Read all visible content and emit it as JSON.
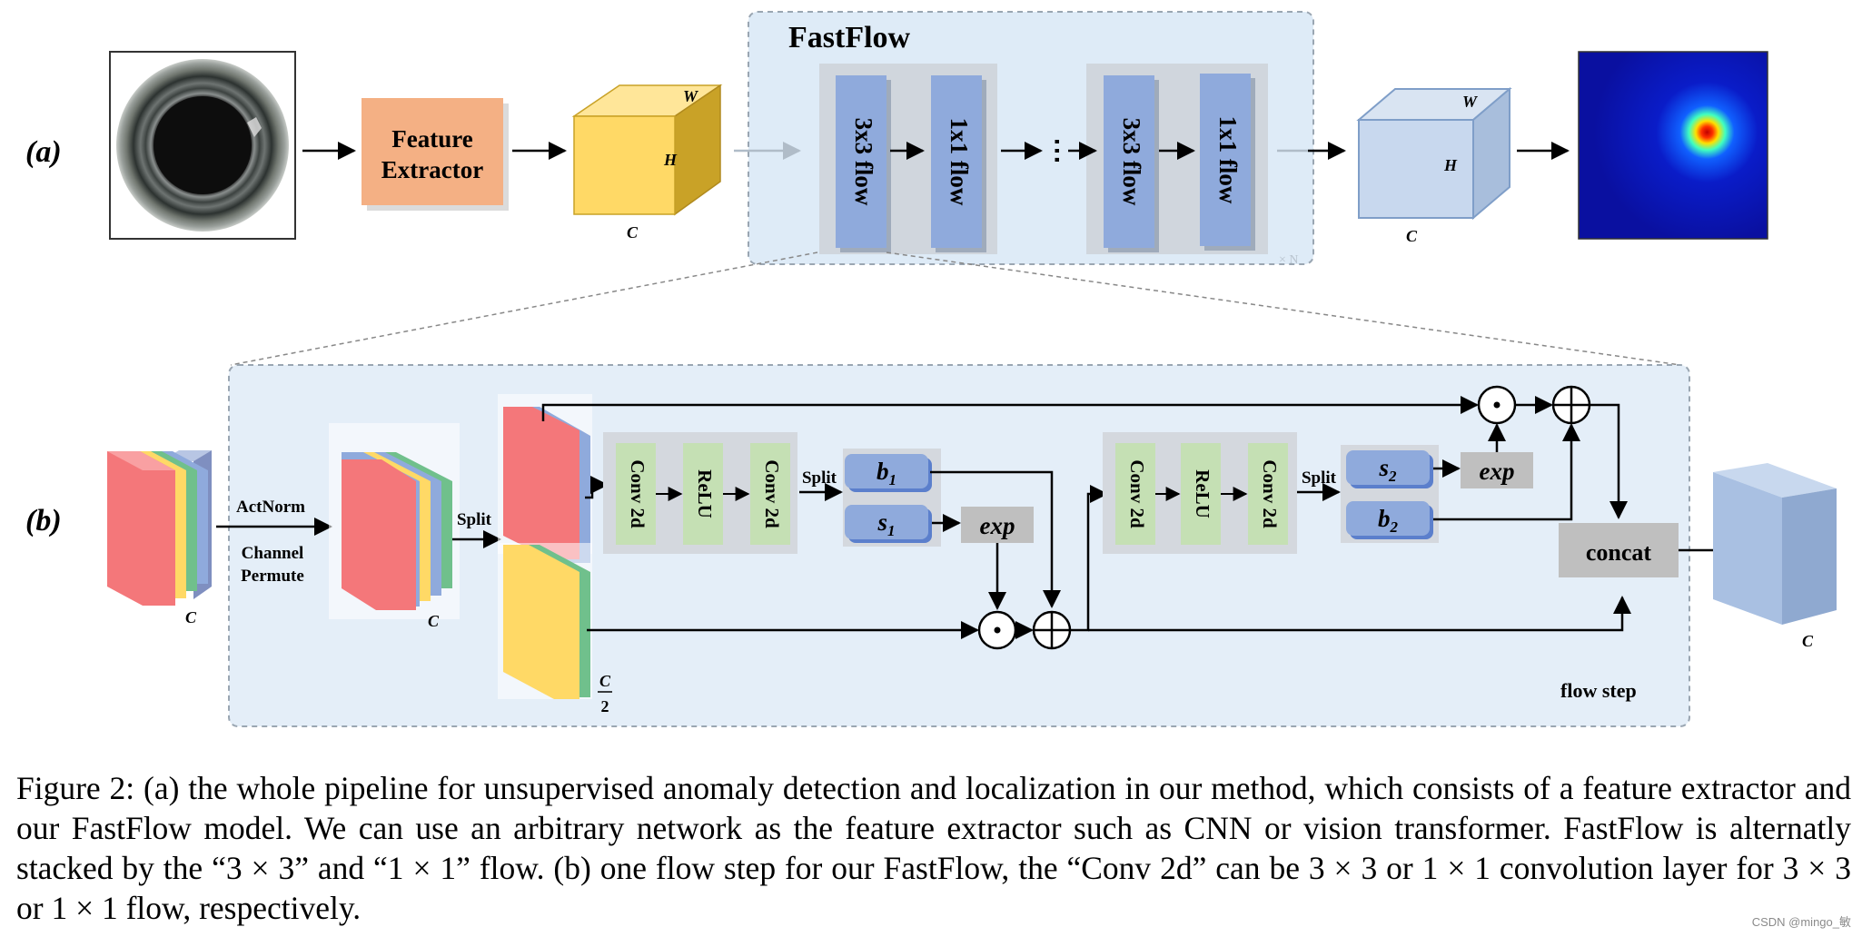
{
  "panel_a": {
    "label_letter": "a",
    "feature_extractor_line1": "Feature",
    "feature_extractor_line2": "Extractor",
    "cube_w": "W",
    "cube_h": "H",
    "cube_c": "C",
    "fastflow_title": "FastFlow",
    "flow_3x3": "3x3 flow",
    "flow_1x1": "1x1 flow",
    "dots": "⋯",
    "faint_mark": "× N"
  },
  "panel_b": {
    "label_letter": "b",
    "actnorm": "ActNorm",
    "channel": "Channel",
    "permute": "Permute",
    "split": "Split",
    "conv2d": "Conv 2d",
    "relu": "ReLU",
    "b1_base": "b",
    "b1_sub": "1",
    "s1_base": "s",
    "s1_sub": "1",
    "s2_base": "s",
    "s2_sub": "2",
    "b2_base": "b",
    "b2_sub": "2",
    "exp": "exp",
    "concat": "concat",
    "c_label": "C",
    "half_num": "C",
    "half_den": "2",
    "flow_step": "flow step",
    "odot": "⊙",
    "oplus": "⊕"
  },
  "colors": {
    "feature_extractor": "#F4B084",
    "cube_yellow": "#FFD966",
    "flow_block": "#8FAADC",
    "conv_green": "#C5E0B4",
    "panel_bg": "#DEEBF7",
    "cube_blue": "#B4C7E7",
    "red": "#F4777A",
    "green": "#70C08C"
  },
  "caption": "Figure 2: (a) the whole pipeline for unsupervised anomaly detection and localization in our method, which consists of a feature extractor and our FastFlow model. We can use an arbitrary network as the feature extractor such as CNN or vision transformer. FastFlow is alternatly stacked by the “3 × 3” and “1 × 1” flow. (b) one flow step for our FastFlow, the “Conv 2d” can be 3 × 3 or 1 × 1 convolution layer for 3 × 3 or 1 × 1 flow, respectively.",
  "watermark": "CSDN @mingo_敏"
}
